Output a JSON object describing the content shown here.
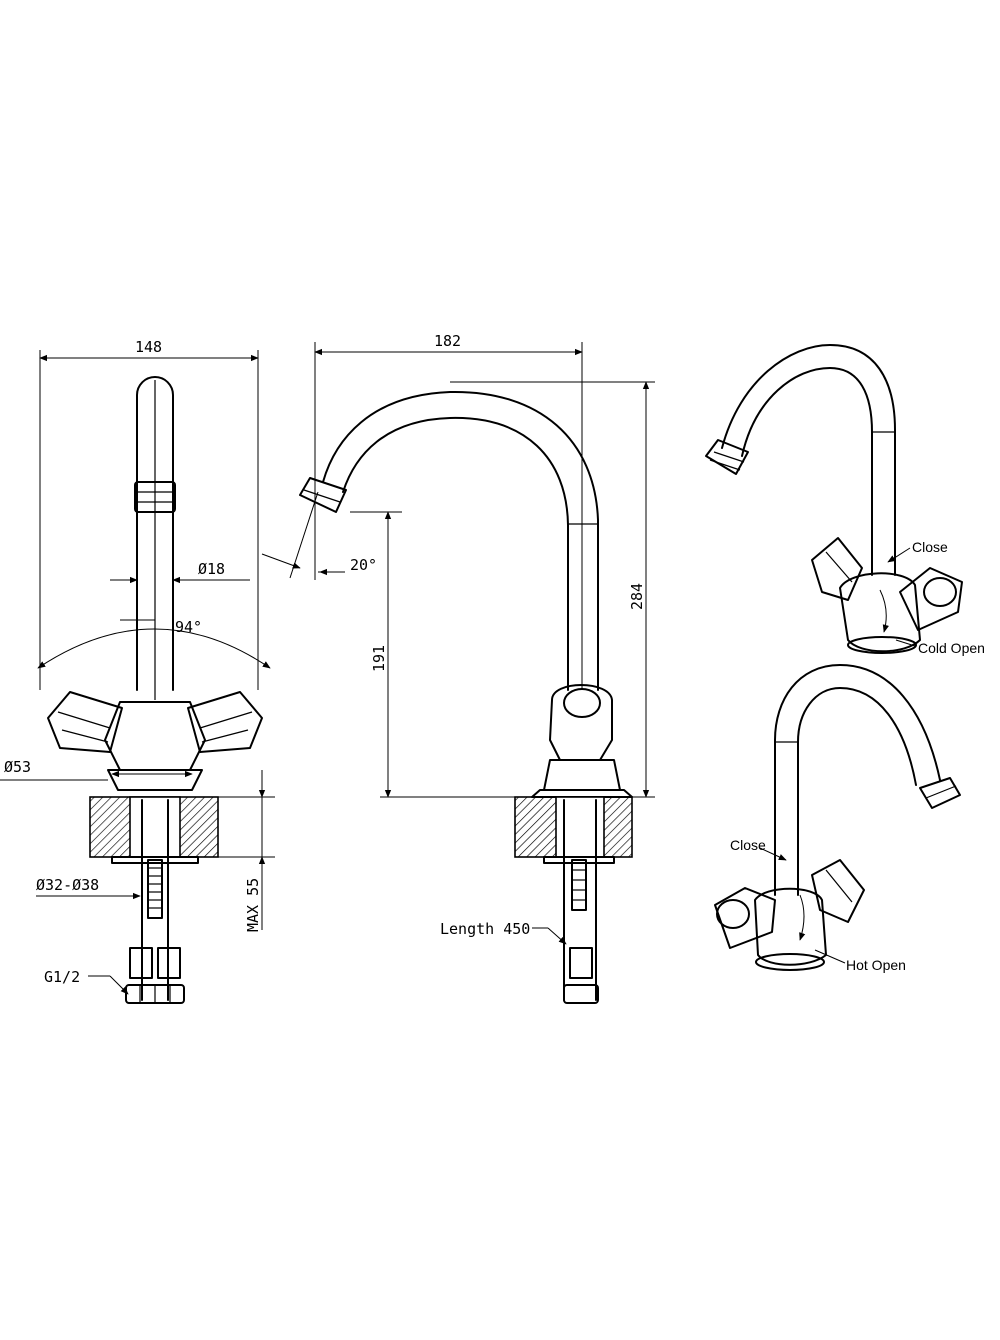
{
  "dimensions": {
    "width_148": "148",
    "diameter_18": "Ø18",
    "angle_94": "94°",
    "diameter_53": "Ø53",
    "diameter_32_38": "Ø32-Ø38",
    "max_55": "MAX 55",
    "thread": "G1/2",
    "reach_182": "182",
    "angle_20": "20°",
    "height_191": "191",
    "height_284": "284",
    "hose_length": "Length 450"
  },
  "annotations": {
    "cold_close": "Close",
    "cold_open": "Cold Open",
    "hot_close": "Close",
    "hot_open": "Hot Open"
  }
}
